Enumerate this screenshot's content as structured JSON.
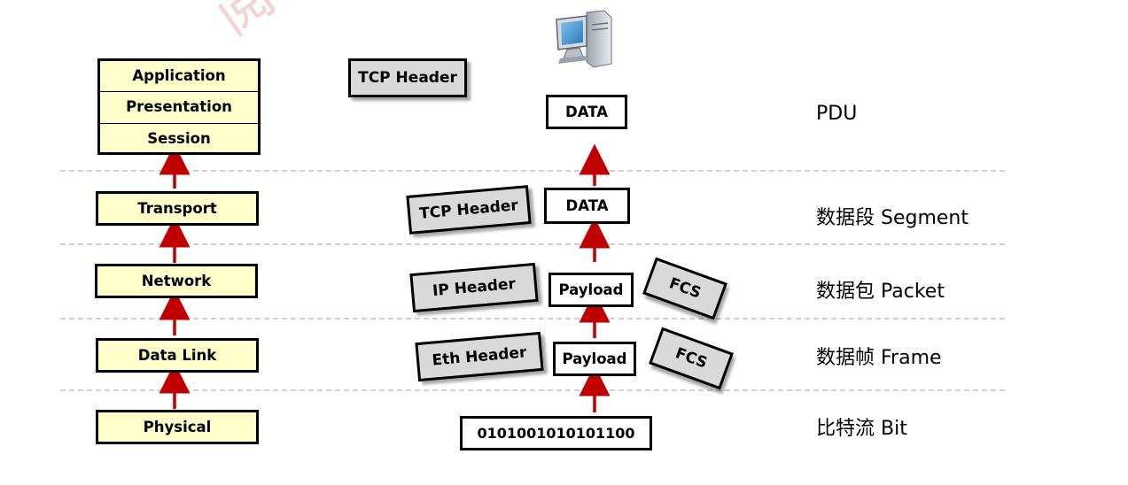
{
  "watermark": "阅读笔记",
  "osi_layers": {
    "upper": [
      "Application",
      "Presentation",
      "Session"
    ],
    "transport": "Transport",
    "network": "Network",
    "data_link": "Data Link",
    "physical": "Physical"
  },
  "pdu_blocks": {
    "top_header": "TCP Header",
    "top_data": "DATA",
    "segment_header": "TCP Header",
    "segment_data": "DATA",
    "packet_header": "IP Header",
    "packet_payload": "Payload",
    "packet_fcs": "FCS",
    "frame_header": "Eth Header",
    "frame_payload": "Payload",
    "frame_fcs": "FCS",
    "bits": "0101001010101100"
  },
  "pdu_labels": {
    "pdu": "PDU",
    "segment": "数据段 Segment",
    "packet": "数据包 Packet",
    "frame": "数据帧 Frame",
    "bit": "比特流 Bit"
  },
  "icons": {
    "computer": "desktop-computer-icon"
  },
  "colors": {
    "layer_fill": "#ffffcc",
    "header_fill": "#d9d9d9",
    "arrow": "#c00000",
    "separator": "#cfcfcf"
  }
}
